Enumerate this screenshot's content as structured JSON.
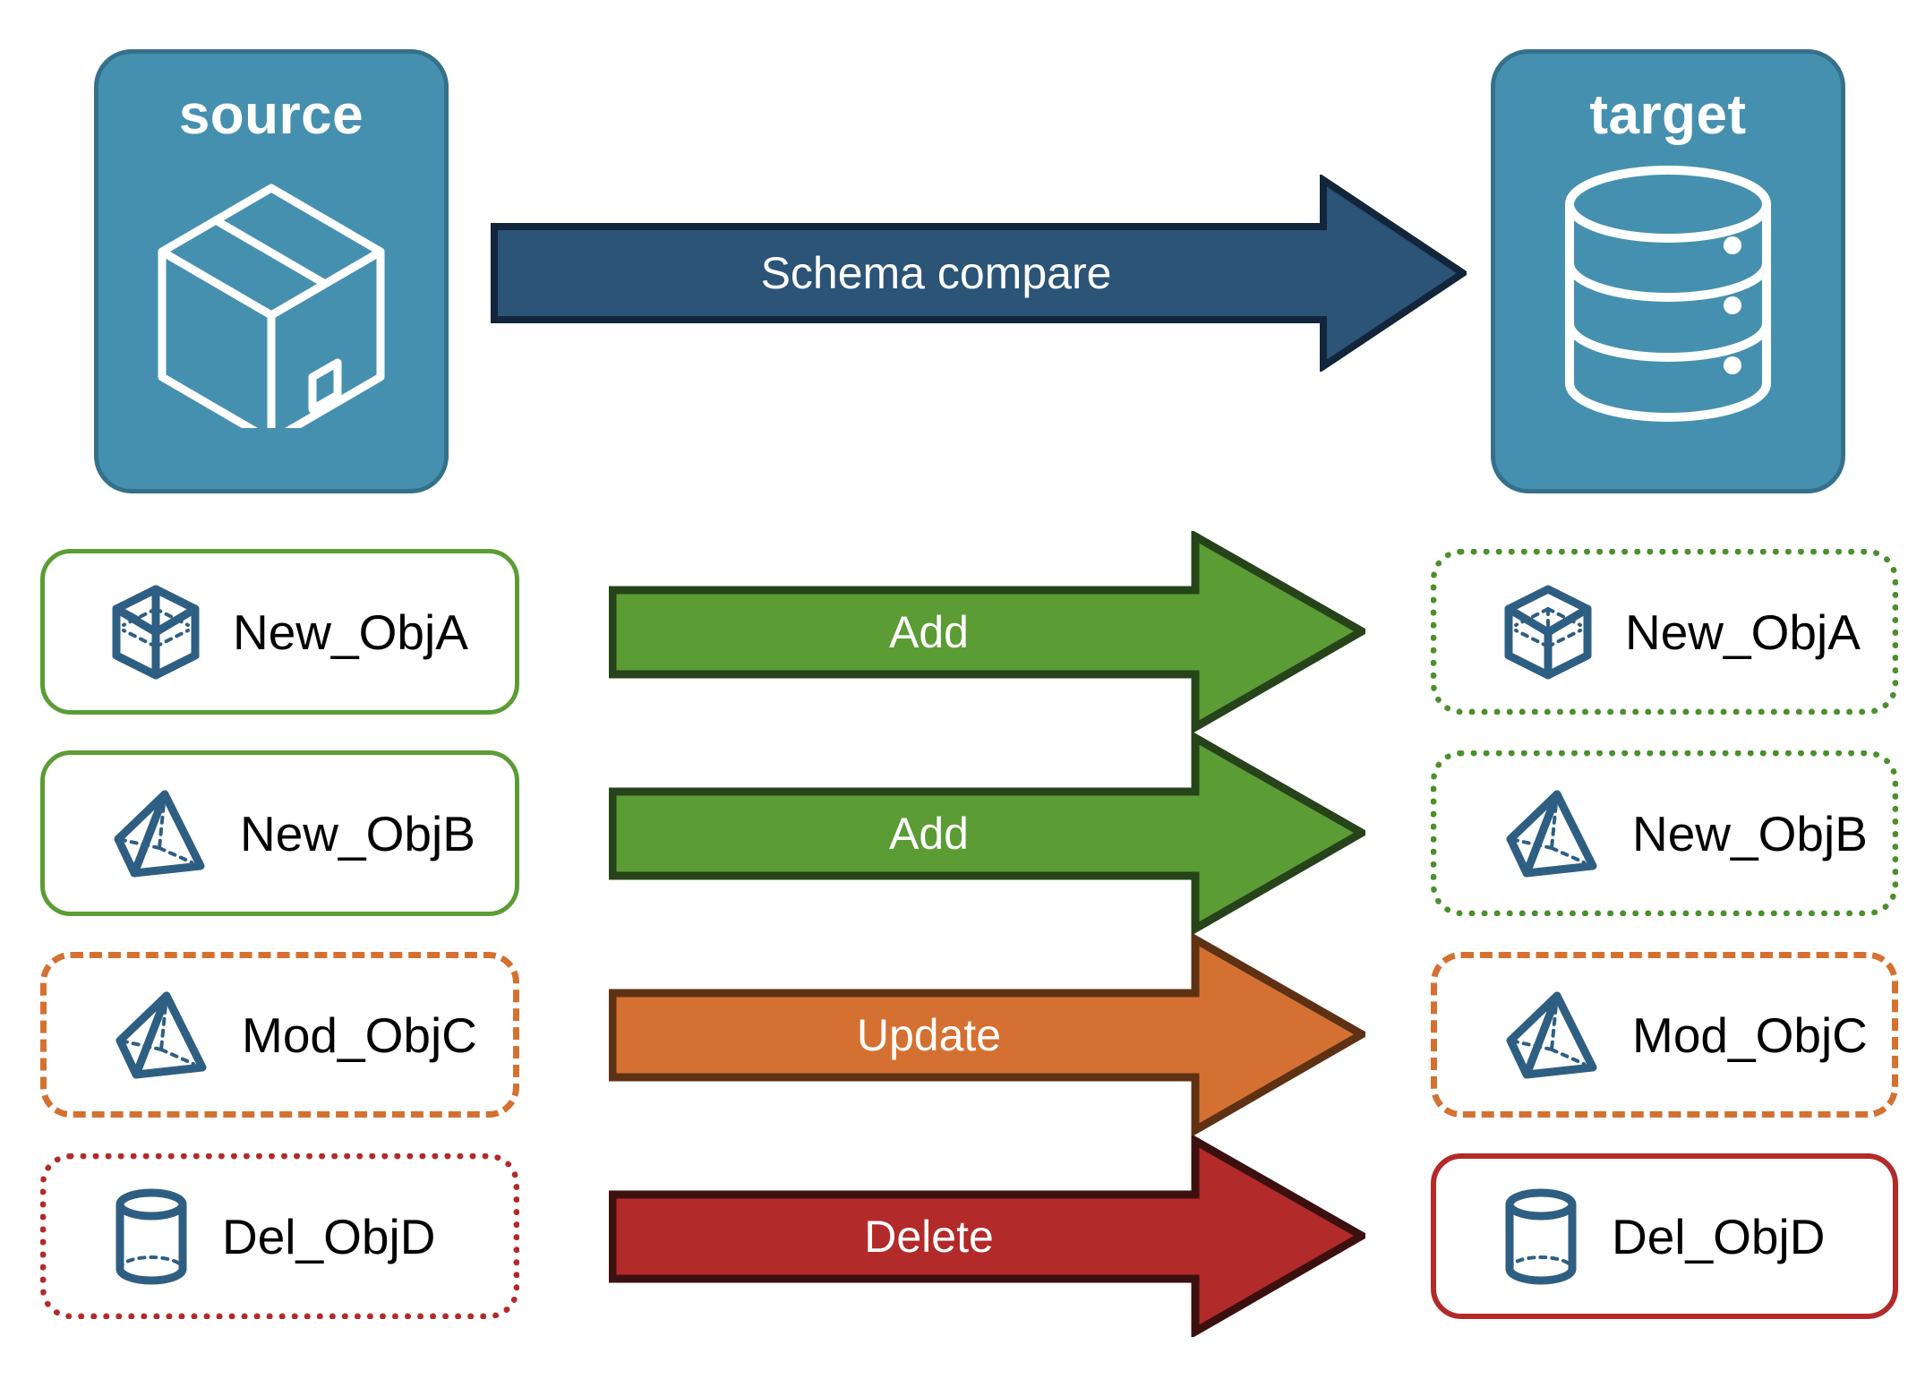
{
  "diagram": {
    "title_source": "source",
    "title_target": "target",
    "compare_arrow_label": "Schema compare"
  },
  "colors": {
    "endpoint_fill": "#4690af",
    "endpoint_stroke": "#35708a",
    "compare_arrow_fill": "#2b5477",
    "compare_arrow_stroke": "#12253a",
    "add_fill": "#5b9c35",
    "add_stroke": "#26431a",
    "update_fill": "#d47132",
    "update_stroke": "#5e3115",
    "delete_fill": "#b22a2a",
    "delete_stroke": "#3d1010",
    "icon_blue": "#2e5f82",
    "green": "#5b9c35",
    "orange": "#d47132",
    "red": "#b22a2a"
  },
  "endpoints": {
    "source": {
      "label": "source",
      "icon": "box-3d-icon"
    },
    "target": {
      "label": "target",
      "icon": "database-cylinder-icon"
    }
  },
  "rows": [
    {
      "action": "Add",
      "action_color": "#5b9c35",
      "source": {
        "label": "New_ObjA",
        "icon": "wireframe-cube-icon",
        "border": "solid-green"
      },
      "target": {
        "label": "New_ObjA",
        "icon": "wireframe-cube-icon",
        "border": "dotted-green"
      }
    },
    {
      "action": "Add",
      "action_color": "#5b9c35",
      "source": {
        "label": "New_ObjB",
        "icon": "wireframe-pyramid-icon",
        "border": "solid-green"
      },
      "target": {
        "label": "New_ObjB",
        "icon": "wireframe-pyramid-icon",
        "border": "dotted-green"
      }
    },
    {
      "action": "Update",
      "action_color": "#d47132",
      "source": {
        "label": "Mod_ObjC",
        "icon": "wireframe-pyramid-icon",
        "border": "dashed-orange"
      },
      "target": {
        "label": "Mod_ObjC",
        "icon": "wireframe-pyramid-icon",
        "border": "dashed-orange"
      }
    },
    {
      "action": "Delete",
      "action_color": "#b22a2a",
      "source": {
        "label": "Del_ObjD",
        "icon": "wireframe-cylinder-icon",
        "border": "dotted-red"
      },
      "target": {
        "label": "Del_ObjD",
        "icon": "wireframe-cylinder-icon",
        "border": "solid-red"
      }
    }
  ]
}
